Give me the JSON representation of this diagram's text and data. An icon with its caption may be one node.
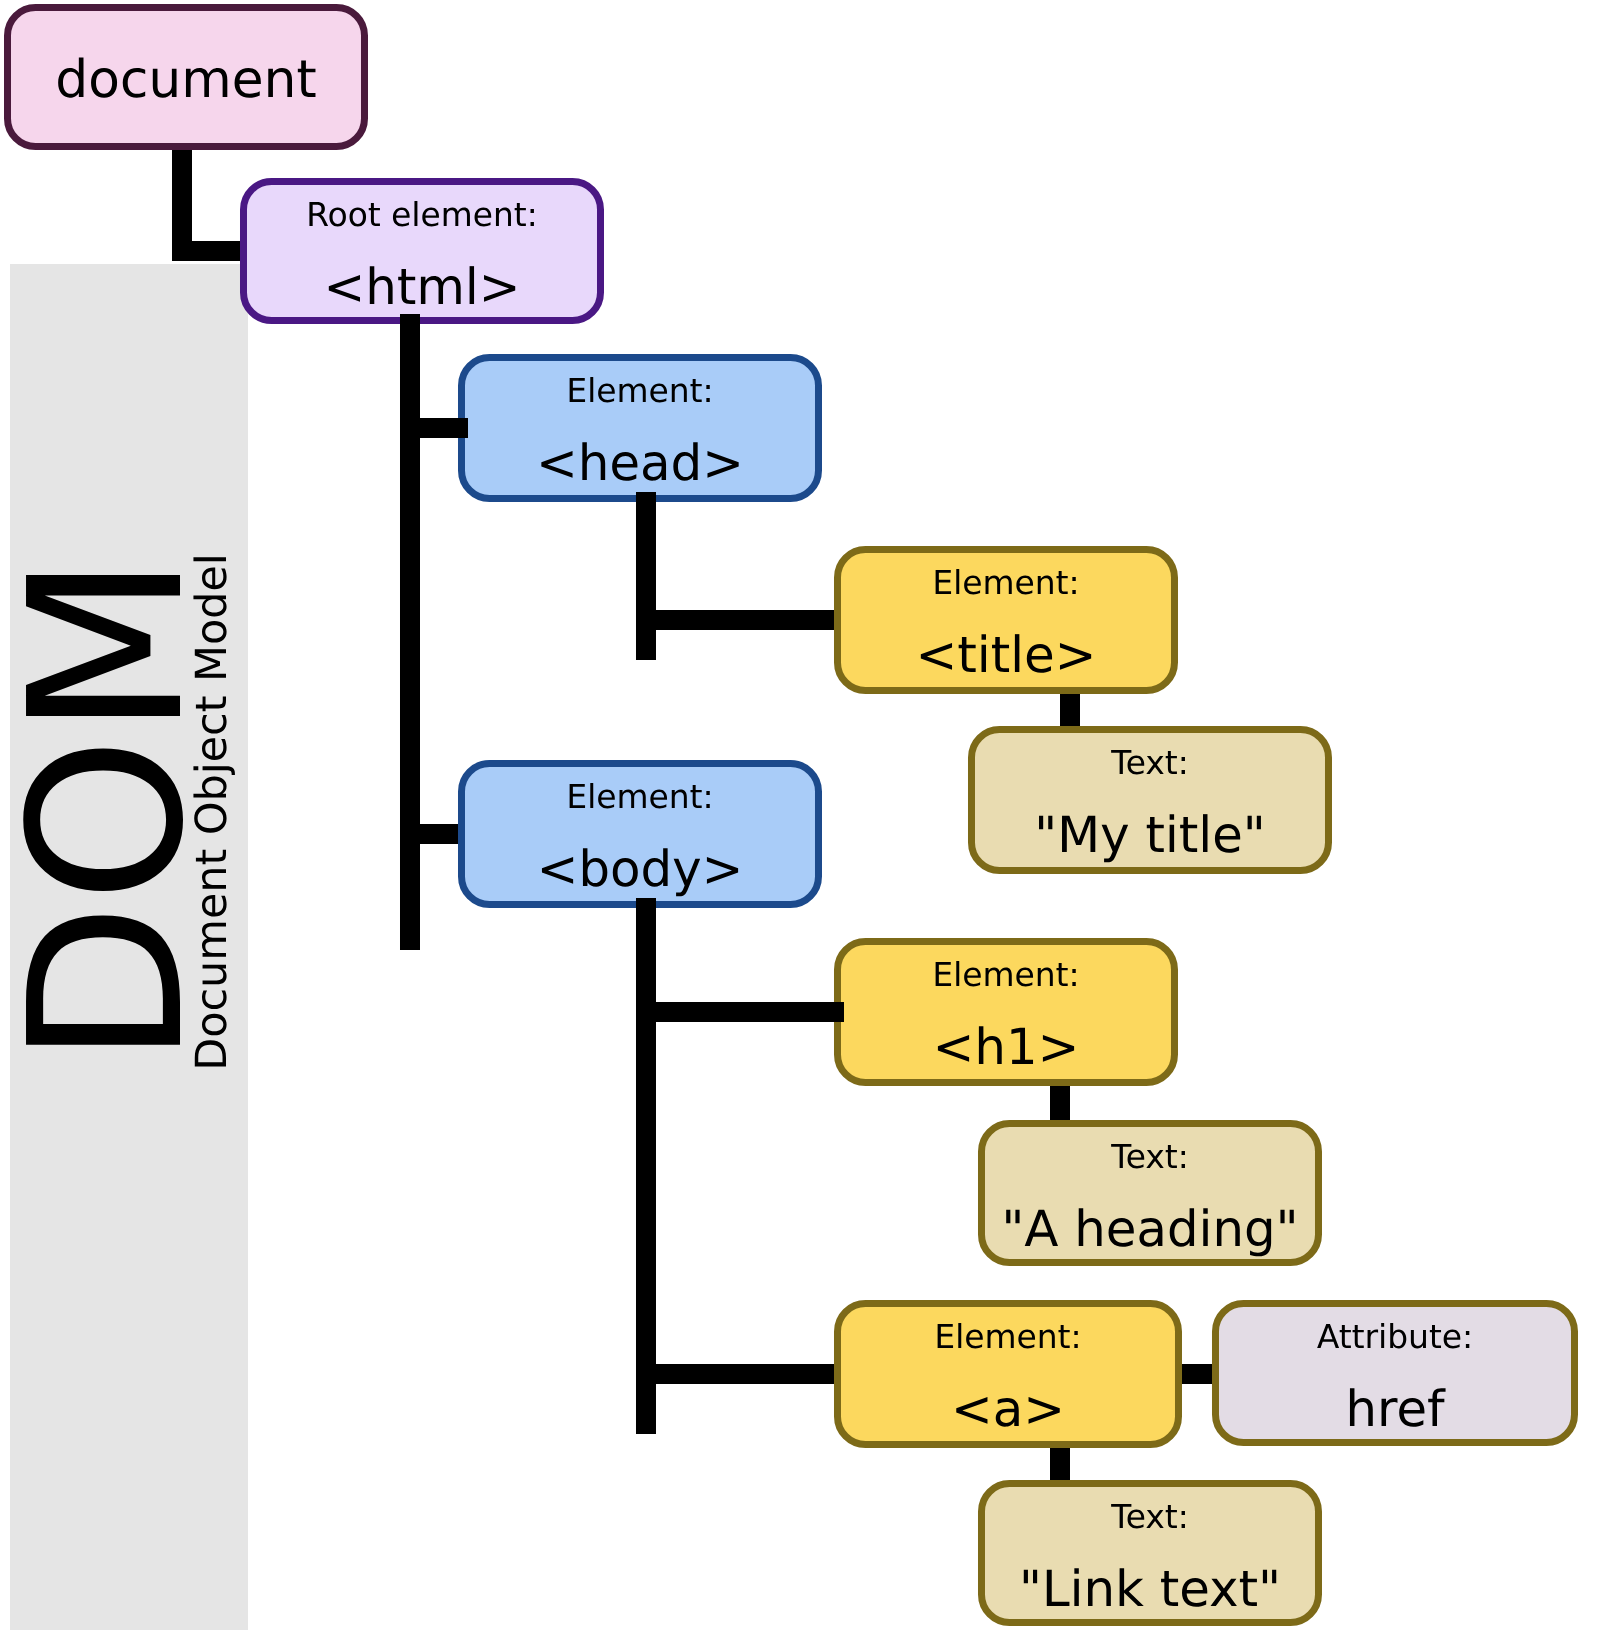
{
  "diagram": {
    "nodes": [
      {
        "text": [
          "document"
        ]
      },
      {
        "text": [
          "Root element:",
          "<html>"
        ]
      },
      {
        "text": [
          "Element:",
          "<head>"
        ]
      },
      {
        "text": [
          "Element:",
          "<title>"
        ]
      },
      {
        "text": [
          "Text:",
          "\"My title\""
        ]
      },
      {
        "text": [
          "Element:",
          "<body>"
        ]
      },
      {
        "text": [
          "Element:",
          "<h1>"
        ]
      },
      {
        "text": [
          "Text:",
          "\"A heading\""
        ]
      },
      {
        "text": [
          "Element:",
          "<a>"
        ]
      },
      {
        "text": [
          "Attribute:",
          "href"
        ]
      },
      {
        "text": [
          "Text:",
          "\"Link text\""
        ]
      },
      {
        "text": [
          "DOM",
          "Document Object Model"
        ]
      }
    ],
    "edges": [
      {
        "from": 0,
        "to": 1,
        "arrow": "none"
      },
      {
        "from": 1,
        "to": 2,
        "arrow": "none"
      },
      {
        "from": 1,
        "to": 5,
        "arrow": "none"
      },
      {
        "from": 2,
        "to": 3,
        "arrow": "none"
      },
      {
        "from": 3,
        "to": 4,
        "arrow": "none"
      },
      {
        "from": 5,
        "to": 6,
        "arrow": "none"
      },
      {
        "from": 5,
        "to": 8,
        "arrow": "none"
      },
      {
        "from": 6,
        "to": 7,
        "arrow": "none"
      },
      {
        "from": 8,
        "to": 9,
        "arrow": "none"
      },
      {
        "from": 8,
        "to": 10,
        "arrow": "none"
      }
    ]
  }
}
